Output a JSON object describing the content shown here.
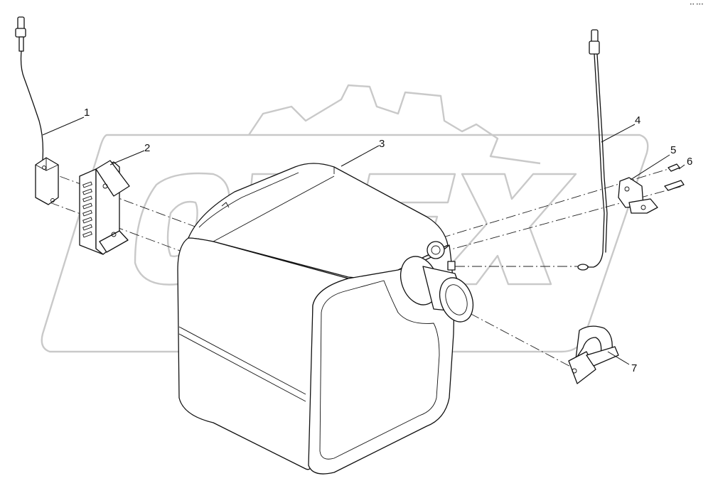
{
  "watermark": {
    "text": "OPEX",
    "color": "#c9c9c9"
  },
  "corner_mark": "•• •••",
  "callouts": [
    {
      "id": "1",
      "label": "1"
    },
    {
      "id": "2",
      "label": "2"
    },
    {
      "id": "3",
      "label": "3"
    },
    {
      "id": "4",
      "label": "4"
    },
    {
      "id": "5",
      "label": "5"
    },
    {
      "id": "6",
      "label": "6"
    },
    {
      "id": "7",
      "label": "7"
    }
  ],
  "colors": {
    "line": "#111111",
    "background": "#ffffff"
  }
}
